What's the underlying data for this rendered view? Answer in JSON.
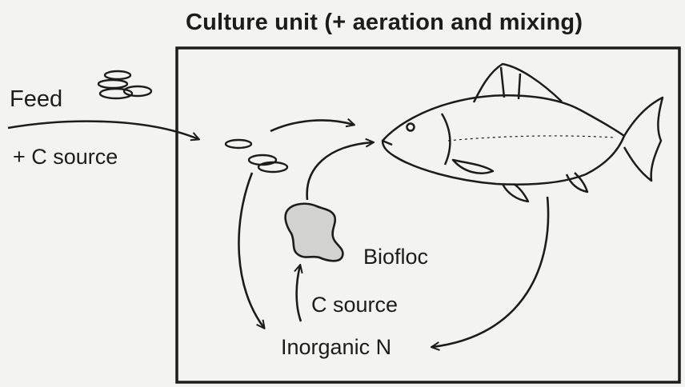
{
  "diagram": {
    "title": "Culture unit (+ aeration and mixing)",
    "labels": {
      "feed": "Feed",
      "carbon_input": "+ C source",
      "biofloc": "Biofloc",
      "carbon_source": "C source",
      "inorganic_n": "Inorganic N"
    },
    "colors": {
      "ink": "#1c1c1c",
      "paper": "#f3f3f1",
      "floc_fill": "#d2d2d0"
    }
  }
}
